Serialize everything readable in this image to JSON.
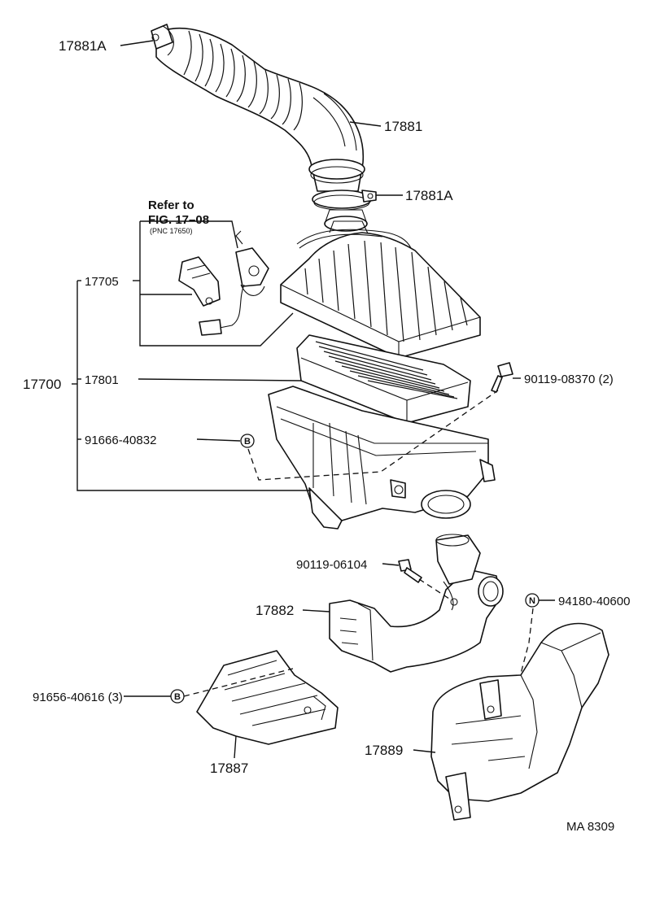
{
  "labels": {
    "clamp_top": "17881A",
    "hose": "17881",
    "clamp_bottom": "17881A",
    "refer_line1": "Refer to",
    "refer_line2": "FIG. 17–08",
    "refer_line3": "(PNC 17650)",
    "cap_assy": "17705",
    "cleaner_assy": "17700",
    "element": "17801",
    "bolt_top": "90119-08370 (2)",
    "nut_b": "91666-40832",
    "bolt_mid": "90119-06104",
    "inlet": "17882",
    "clip_n": "94180-40600",
    "bolt_bottom": "91656-40616 (3)",
    "bracket": "17887",
    "resonator": "17889",
    "code": "MA 8309"
  },
  "markers": {
    "b": "B",
    "n": "N"
  }
}
